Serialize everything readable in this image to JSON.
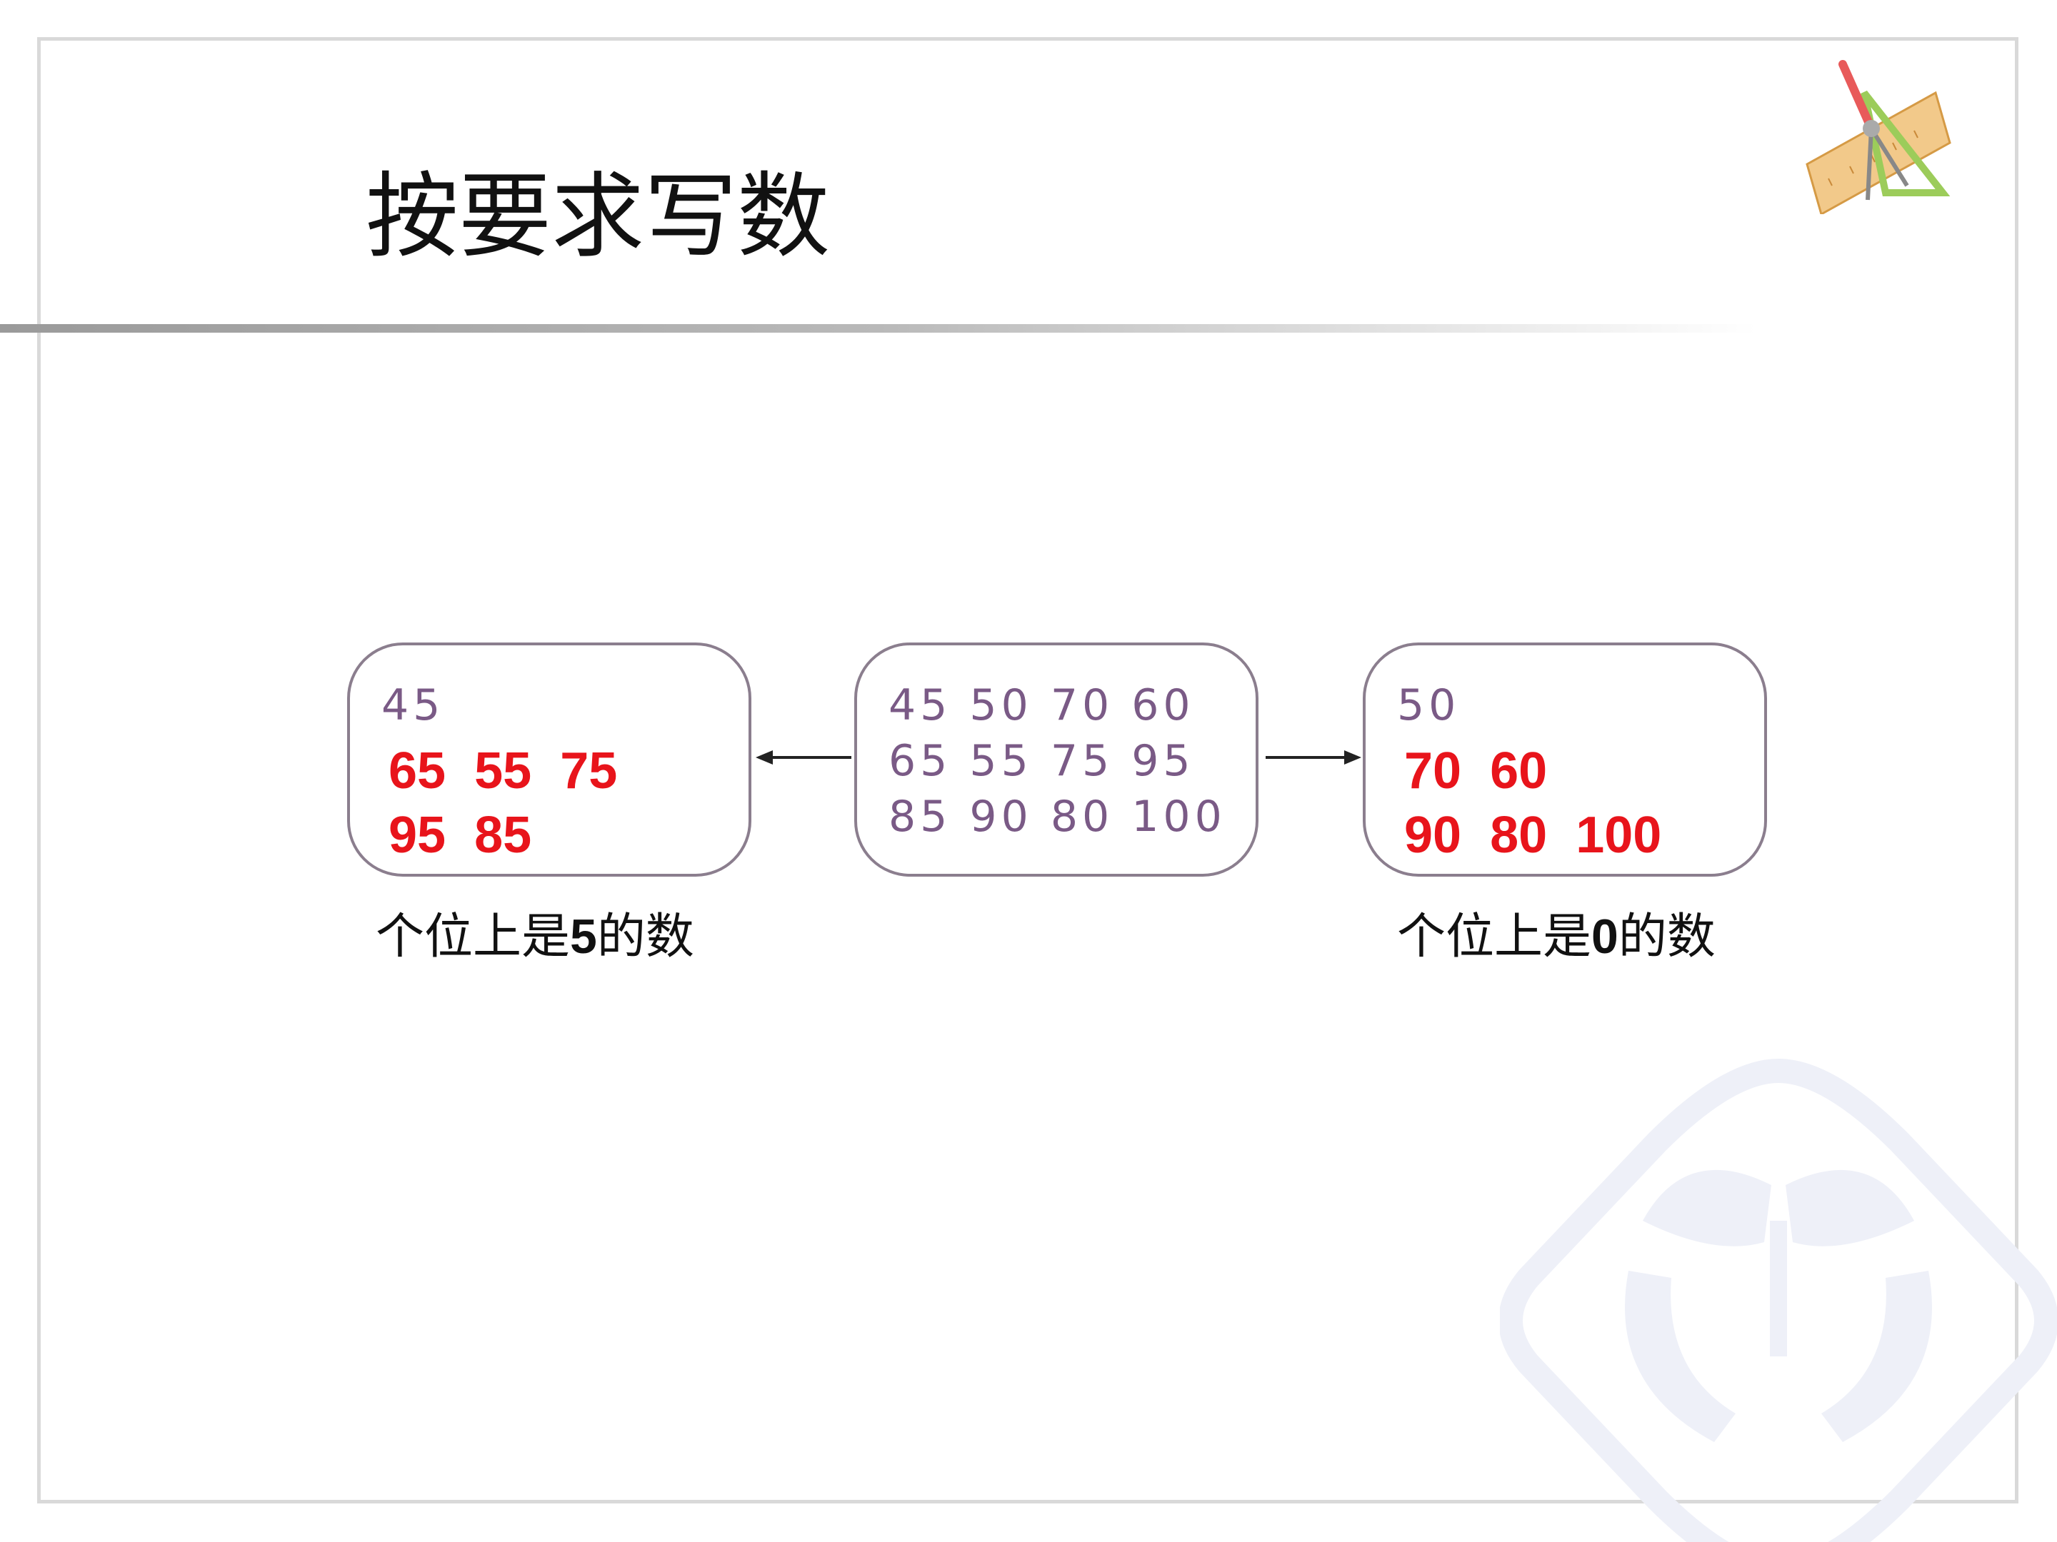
{
  "title": "按要求写数",
  "center_box": {
    "rows": [
      "45 50 70 60",
      "65 55 75 95",
      "85 90 80 100"
    ]
  },
  "left_box": {
    "given": "45",
    "answers": [
      "65  55  75",
      "95  85"
    ],
    "caption_prefix": "个位上是",
    "caption_digit": "5",
    "caption_suffix": "的数"
  },
  "right_box": {
    "given": "50",
    "answers": [
      "70  60",
      "90  80  100"
    ],
    "caption_prefix": "个位上是",
    "caption_digit": "0",
    "caption_suffix": "的数"
  },
  "colors": {
    "answer": "#e8141b",
    "given": "#7a5a86",
    "box_border": "#8b7e8e"
  }
}
